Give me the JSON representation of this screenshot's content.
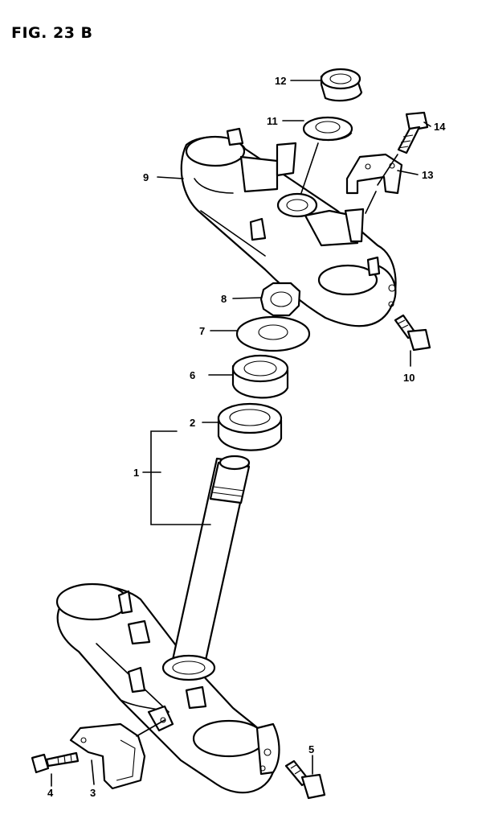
{
  "figure": {
    "title": "FIG. 23 B"
  },
  "callouts": [
    {
      "id": "1",
      "text": "1"
    },
    {
      "id": "2",
      "text": "2"
    },
    {
      "id": "3",
      "text": "3"
    },
    {
      "id": "4",
      "text": "4"
    },
    {
      "id": "5",
      "text": "5"
    },
    {
      "id": "6",
      "text": "6"
    },
    {
      "id": "7",
      "text": "7"
    },
    {
      "id": "8",
      "text": "8"
    },
    {
      "id": "9",
      "text": "9"
    },
    {
      "id": "10",
      "text": "10"
    },
    {
      "id": "11",
      "text": "11"
    },
    {
      "id": "12",
      "text": "12"
    },
    {
      "id": "13",
      "text": "13"
    },
    {
      "id": "14",
      "text": "14"
    }
  ]
}
